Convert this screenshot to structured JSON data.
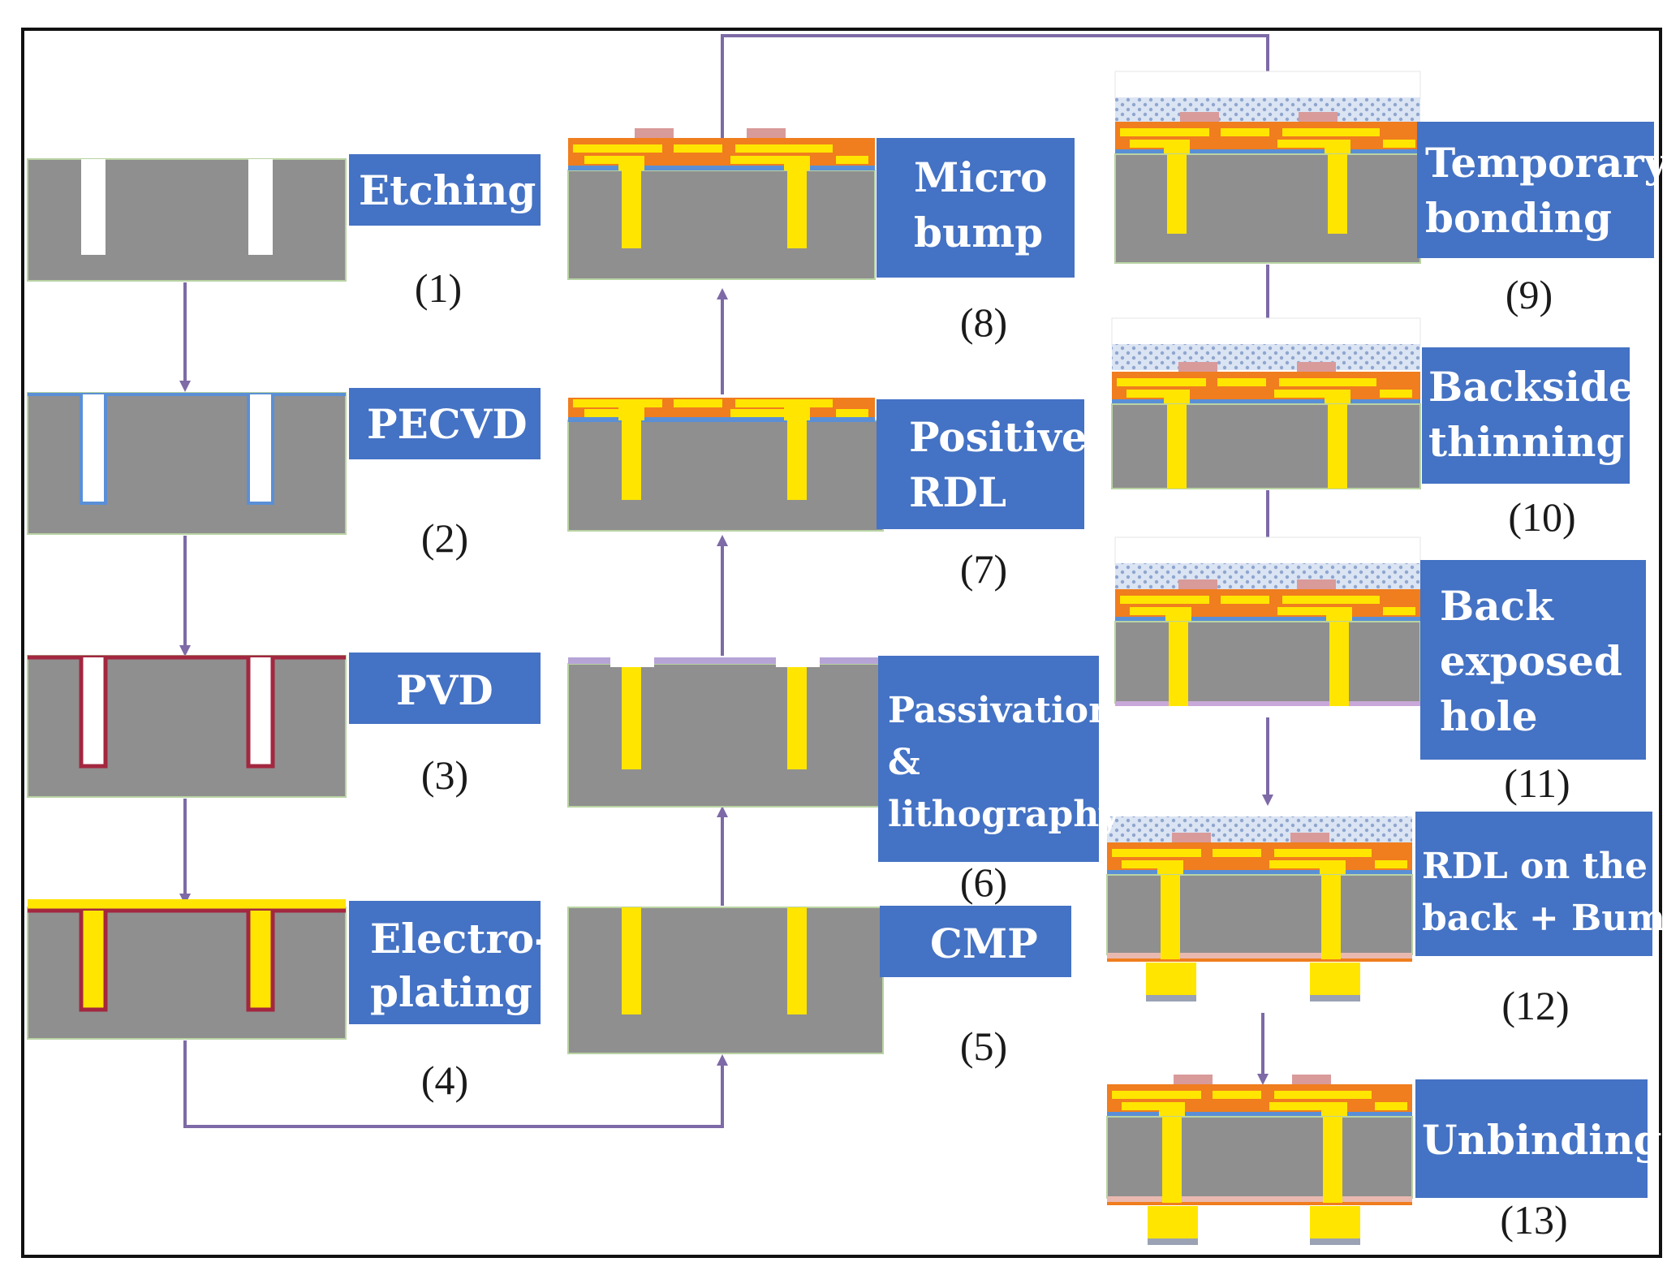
{
  "colors": {
    "substrate": "#8f8f8f",
    "label_box": "#4472c4",
    "arrow": "#7d6aa6",
    "copper": "#ffe500",
    "barrier": "#a3273f",
    "liner": "#5a8fd6",
    "rdl_orange": "#f07d1e",
    "bond_layer": "#c9d4ea",
    "bump_pad": "#d99a9a"
  },
  "steps": [
    {
      "id": 1,
      "label_lines": [
        "Etching"
      ],
      "number": "(1)"
    },
    {
      "id": 2,
      "label_lines": [
        "PECVD"
      ],
      "number": "(2)"
    },
    {
      "id": 3,
      "label_lines": [
        "PVD"
      ],
      "number": "(3)"
    },
    {
      "id": 4,
      "label_lines": [
        "Electro-",
        "plating"
      ],
      "number": "(4)"
    },
    {
      "id": 5,
      "label_lines": [
        "CMP"
      ],
      "number": "(5)"
    },
    {
      "id": 6,
      "label_lines": [
        "Passivation",
        "&",
        "lithography"
      ],
      "number": "(6)"
    },
    {
      "id": 7,
      "label_lines": [
        "Positive",
        "RDL"
      ],
      "number": "(7)"
    },
    {
      "id": 8,
      "label_lines": [
        "Micro",
        "bump"
      ],
      "number": "(8)"
    },
    {
      "id": 9,
      "label_lines": [
        "Temporary",
        "bonding"
      ],
      "number": "(9)"
    },
    {
      "id": 10,
      "label_lines": [
        "Backside",
        "thinning"
      ],
      "number": "(10)"
    },
    {
      "id": 11,
      "label_lines": [
        "Back",
        "exposed",
        "hole"
      ],
      "number": "(11)"
    },
    {
      "id": 12,
      "label_lines": [
        "RDL on the",
        "back + Bump"
      ],
      "number": "(12)"
    },
    {
      "id": 13,
      "label_lines": [
        "Unbinding"
      ],
      "number": "(13)"
    }
  ]
}
